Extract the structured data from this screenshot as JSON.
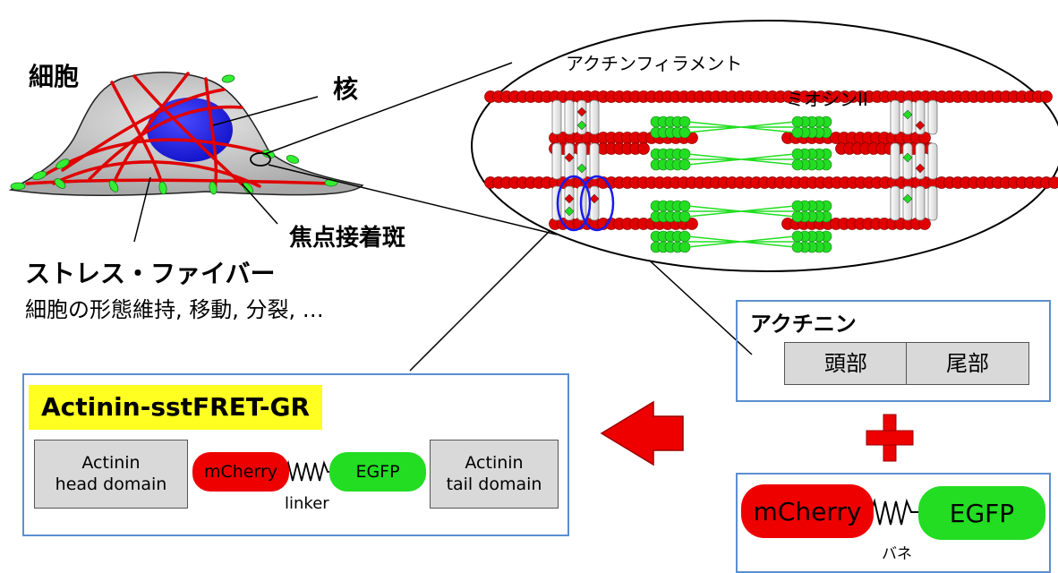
{
  "cell": {
    "title": "細胞",
    "nucleus_label": "核",
    "focal_adhesion_label": "焦点接着斑",
    "stress_fiber_title": "ストレス・ファイバー",
    "stress_fiber_functions": "細胞の形態維持, 移動, 分裂, …"
  },
  "zoom": {
    "actin_filament_label": "アクチンフィラメント",
    "myosin_label": "ミオシンII"
  },
  "actinin_box": {
    "title": "アクチニン",
    "head_label": "頭部",
    "tail_label": "尾部"
  },
  "spring_box": {
    "mcherry_label": "mCherry",
    "egfp_label": "EGFP",
    "spring_label": "バネ"
  },
  "construct_box": {
    "title": "Actinin-sstFRET-GR",
    "head_domain_label": "Actinin\nhead domain",
    "mcherry_label": "mCherry",
    "egfp_label": "EGFP",
    "linker_label": "linker",
    "tail_domain_label": "Actinin\ntail domain"
  },
  "colors": {
    "actin_red": "#e00000",
    "egfp_green": "#22dd22",
    "nucleus_blue": "#2222ee",
    "highlight_yellow": "#ffff22",
    "frame_blue": "#5b8fd0",
    "arrow_red": "#ee0000"
  }
}
